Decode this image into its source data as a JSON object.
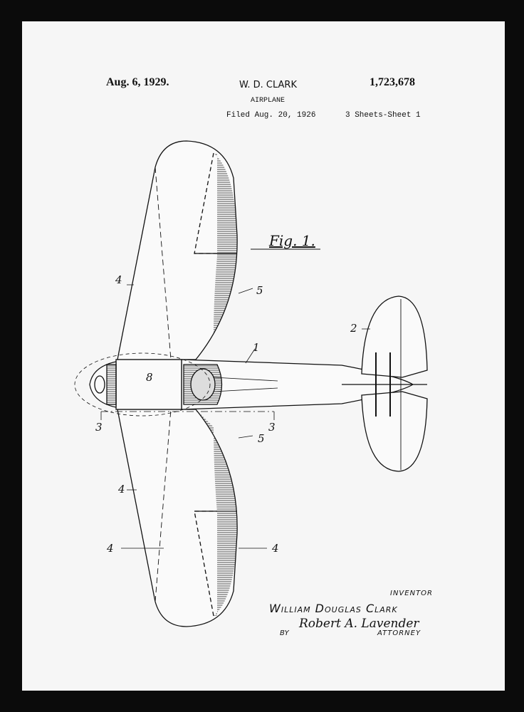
{
  "header": {
    "date": "Aug. 6, 1929.",
    "inventor_short": "W. D. CLARK",
    "patent_number": "1,723,678",
    "title": "AIRPLANE",
    "filed": "Filed Aug. 20, 1926",
    "sheets": "3 Sheets-Sheet  1"
  },
  "drawing": {
    "figure_label": "Fig. 1.",
    "ref_labels": {
      "wing": "4",
      "aileron": "5",
      "fuselage": "1",
      "tail": "2",
      "section": "3",
      "engine": "8"
    }
  },
  "footer": {
    "inventor_label": "INVENTOR",
    "inventor_name": "William Douglas Clark",
    "by": "BY",
    "signature": "Robert A. Lavender",
    "attorney_label": "ATTORNEY"
  },
  "colors": {
    "frame": "#0b0b0b",
    "paper": "#f6f6f6",
    "ink": "#111111"
  }
}
